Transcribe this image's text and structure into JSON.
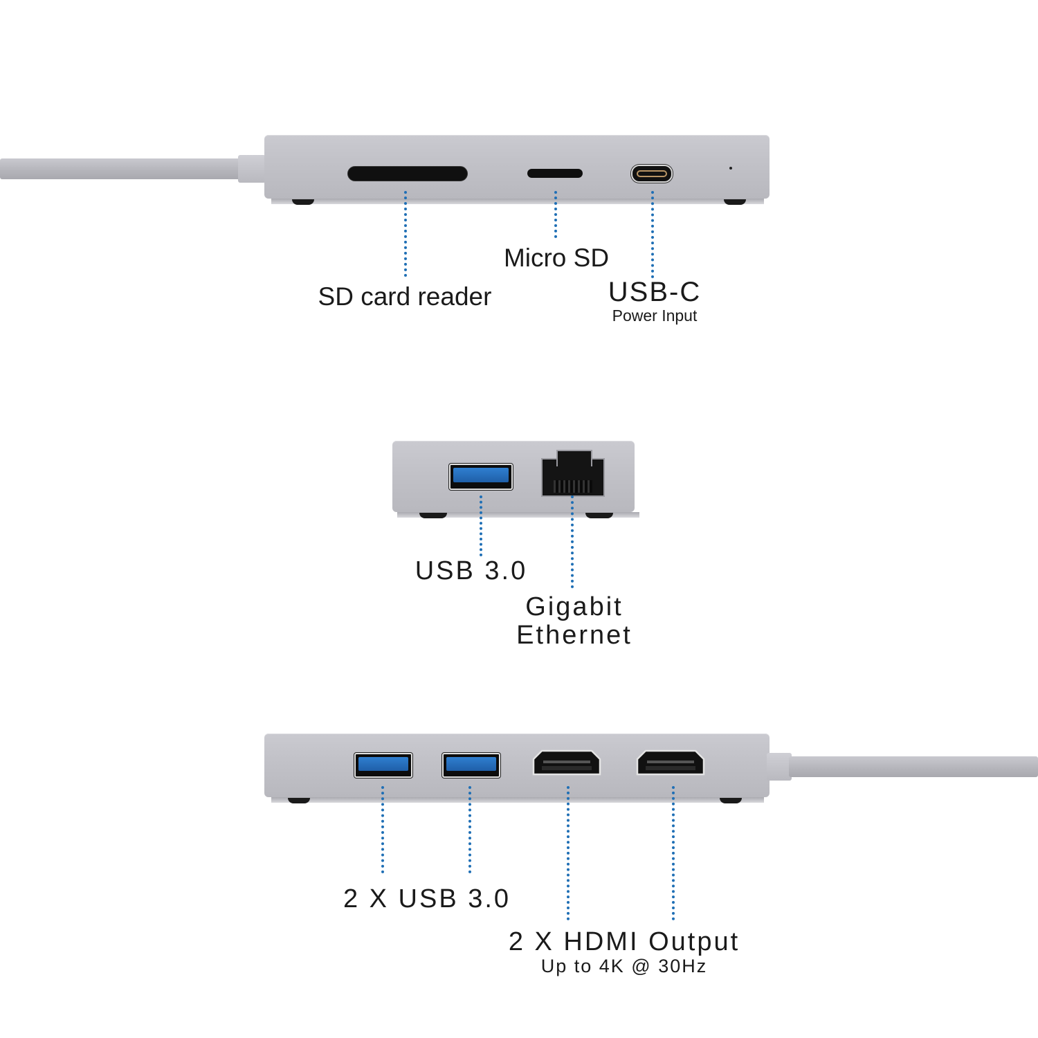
{
  "diagram": {
    "colors": {
      "background": "#ffffff",
      "leader_dots": "#1f6fb5",
      "device_body": "#c4c4ca",
      "usb_blue": "#2a74c4",
      "text": "#1a1a1a"
    },
    "panels": [
      {
        "name": "front-side",
        "ports": [
          {
            "id": "sd",
            "label": "SD card reader",
            "sublabel": ""
          },
          {
            "id": "microsd",
            "label": "Micro SD",
            "sublabel": ""
          },
          {
            "id": "usbc",
            "label": "USB-C",
            "sublabel": "Power Input"
          }
        ],
        "indicators": [
          "status-led"
        ]
      },
      {
        "name": "end-side",
        "ports": [
          {
            "id": "usb3",
            "label": "USB 3.0",
            "sublabel": ""
          },
          {
            "id": "ethernet",
            "label": "Gigabit Ethernet",
            "label_lines": [
              "Gigabit",
              "Ethernet"
            ],
            "sublabel": ""
          }
        ]
      },
      {
        "name": "back-side",
        "ports": [
          {
            "id": "usb3x2",
            "label": "2 X USB 3.0",
            "sublabel": ""
          },
          {
            "id": "hdmix2",
            "label": "2 X HDMI Output",
            "sublabel": "Up to 4K @ 30Hz"
          }
        ]
      }
    ]
  }
}
